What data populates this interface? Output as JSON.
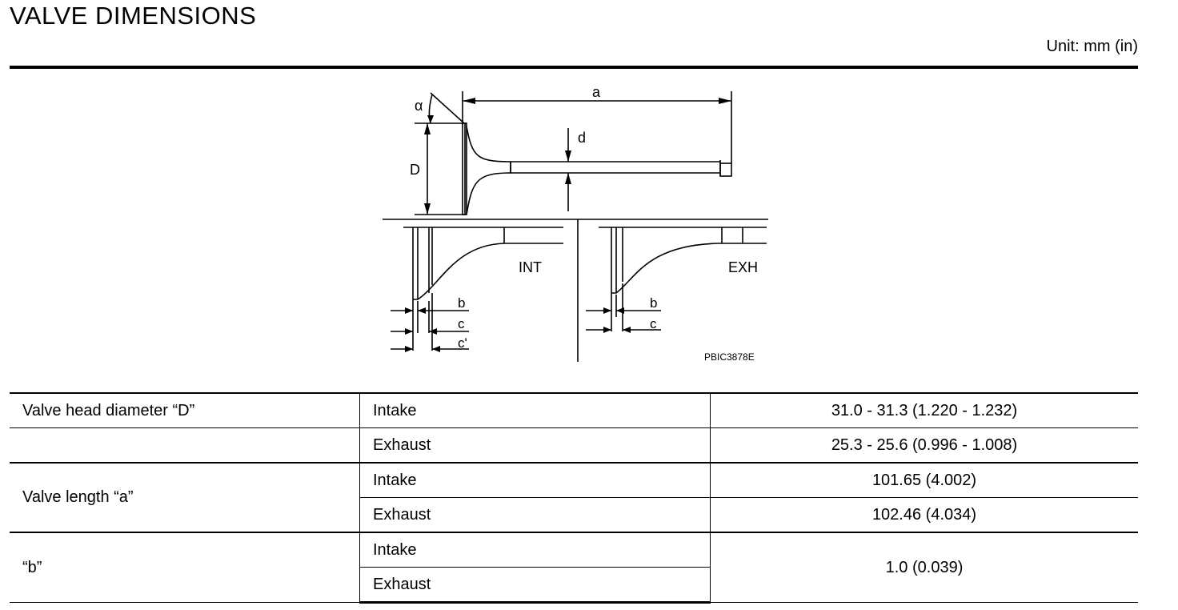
{
  "page": {
    "title": "VALVE DIMENSIONS",
    "unit": "Unit: mm (in)"
  },
  "figure": {
    "label_a": "a",
    "label_alpha": "α",
    "label_d_small": "d",
    "label_D": "D",
    "label_int": "INT",
    "label_exh": "EXH",
    "label_b_int": "b",
    "label_c_int": "c",
    "label_cprime_int": "c'",
    "label_b_exh": "b",
    "label_c_exh": "c",
    "figure_code": "PBIC3878E"
  },
  "table": {
    "rows": [
      {
        "item": "Valve head diameter “D”",
        "type": "Intake",
        "value": "31.0 - 31.3 (1.220 - 1.232)"
      },
      {
        "item": "",
        "type": "Exhaust",
        "value": "25.3 - 25.6 (0.996 - 1.008)"
      },
      {
        "item": "Valve length “a”",
        "type": "Intake",
        "value": "101.65 (4.002)"
      },
      {
        "item": "",
        "type": "Exhaust",
        "value": "102.46 (4.034)"
      },
      {
        "item": "“b”",
        "type": "Intake",
        "value": "1.0 (0.039)"
      },
      {
        "item": "",
        "type": "Exhaust",
        "value": ""
      }
    ]
  }
}
